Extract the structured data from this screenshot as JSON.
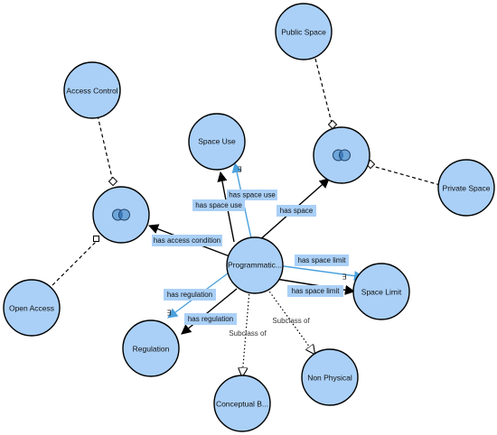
{
  "nodes": {
    "public_space": "Public Space",
    "access_control": "Access Control",
    "space_use": "Space Use",
    "private_space": "Private Space",
    "programmatic": "Programmatic...",
    "space_limit": "Space Limit",
    "open_access": "Open Access",
    "regulation": "Regulation",
    "non_physical": "Non Physical",
    "conceptual": "Conceptual B..."
  },
  "edge_labels": {
    "has_space_use_1": "has space use",
    "has_space_use_2": "has space use",
    "has_space": "has space",
    "has_access_condition": "has access condition",
    "has_space_limit_1": "has space limit",
    "has_space_limit_2": "has space limit",
    "has_regulation_1": "has regulation",
    "has_regulation_2": "has regulation",
    "subclass_of_1": "Subclass of",
    "subclass_of_2": "Subclass of"
  },
  "symbols": {
    "exists": "∃"
  },
  "colors": {
    "node_fill": "#aad0f7",
    "label_fill": "#aad0f7",
    "blue_edge": "#4aa1dd",
    "black_edge": "#000000"
  }
}
